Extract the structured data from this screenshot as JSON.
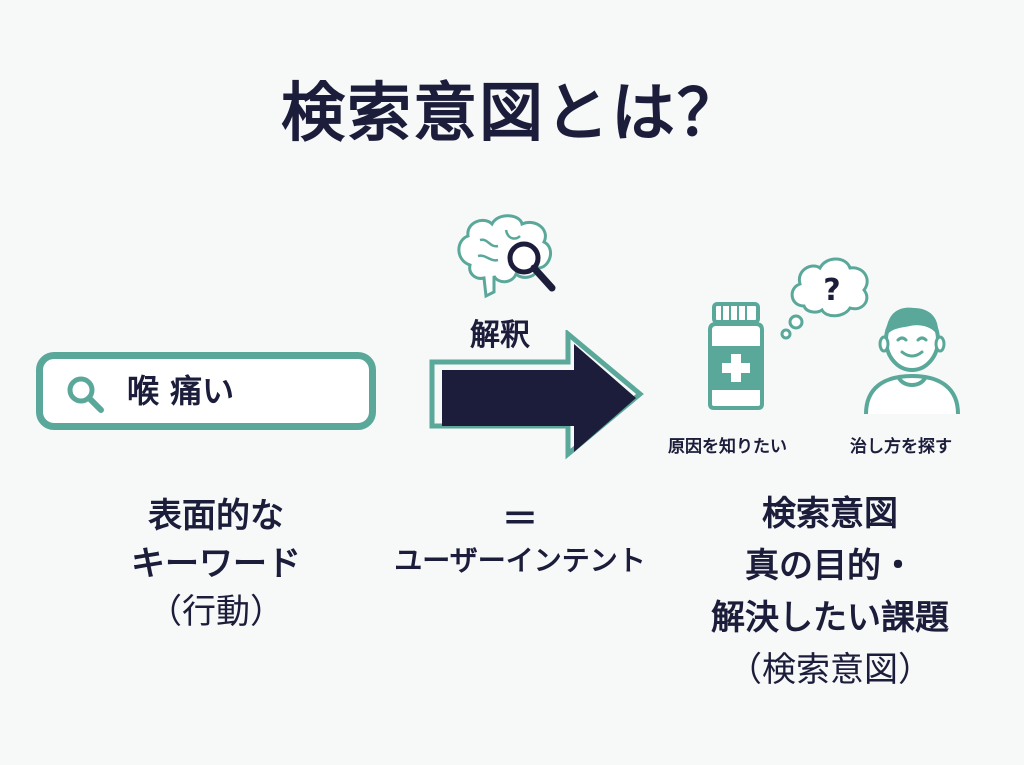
{
  "title": "検索意図とは？",
  "search": {
    "query": "喉 痛い"
  },
  "arrow": {
    "label": "解釈"
  },
  "right_icons": {
    "cause_label": "原因を知りたい",
    "cure_label": "治し方を探す",
    "question_mark": "?"
  },
  "left_column": {
    "line1": "表面的な",
    "line2": "キーワード",
    "line3": "（行動）"
  },
  "middle_column": {
    "equals": "＝",
    "line": "ユーザーインテント"
  },
  "right_column": {
    "line1": "検索意図",
    "line2": "真の目的・",
    "line3": "解決したい課題",
    "line4": "（検索意図）"
  },
  "colors": {
    "navy": "#1c1d3a",
    "teal": "#5aa89a",
    "background": "#f7f8f8"
  },
  "icons": [
    "search-icon",
    "brain-magnifier-icon",
    "arrow-icon",
    "medicine-bottle-icon",
    "thought-bubble-icon",
    "person-icon"
  ]
}
